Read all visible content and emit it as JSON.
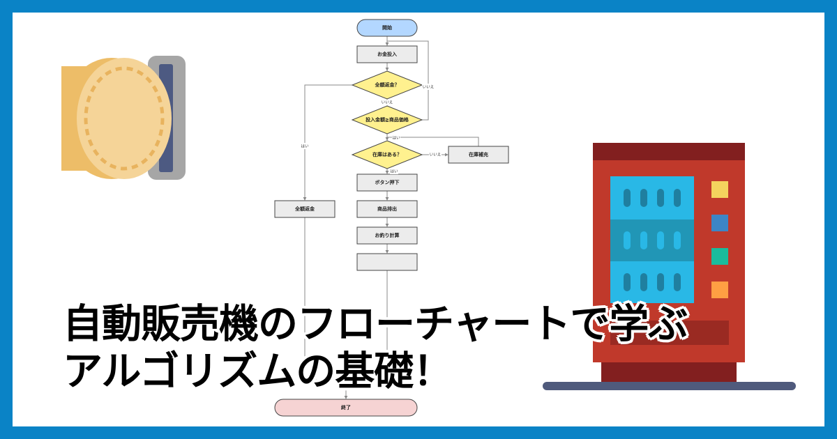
{
  "flowchart": {
    "start": "開始",
    "insert_money": "お金投入",
    "refund_question": "全額返金？",
    "amount_check": "投入金額≧商品価格",
    "stock_question": "在庫はある？",
    "restock": "在庫補充",
    "press_button": "ボタン押下",
    "dispense": "商品排出",
    "calc_change": "お釣り計算",
    "full_refund": "全額返金",
    "end": "終了",
    "yes": "はい",
    "no": "いいえ"
  },
  "title": {
    "line1": "自動販売機のフローチャートで学ぶ",
    "line2": "アルゴリズムの基礎！"
  },
  "colors": {
    "border": "#0a83c6",
    "start": "#b3d7ff",
    "end": "#f6d3d3",
    "decision": "#fff18f",
    "process": "#ececec",
    "coin": "#f5d498",
    "machine": "#c0392b",
    "machine_window": "#29b8e6"
  }
}
